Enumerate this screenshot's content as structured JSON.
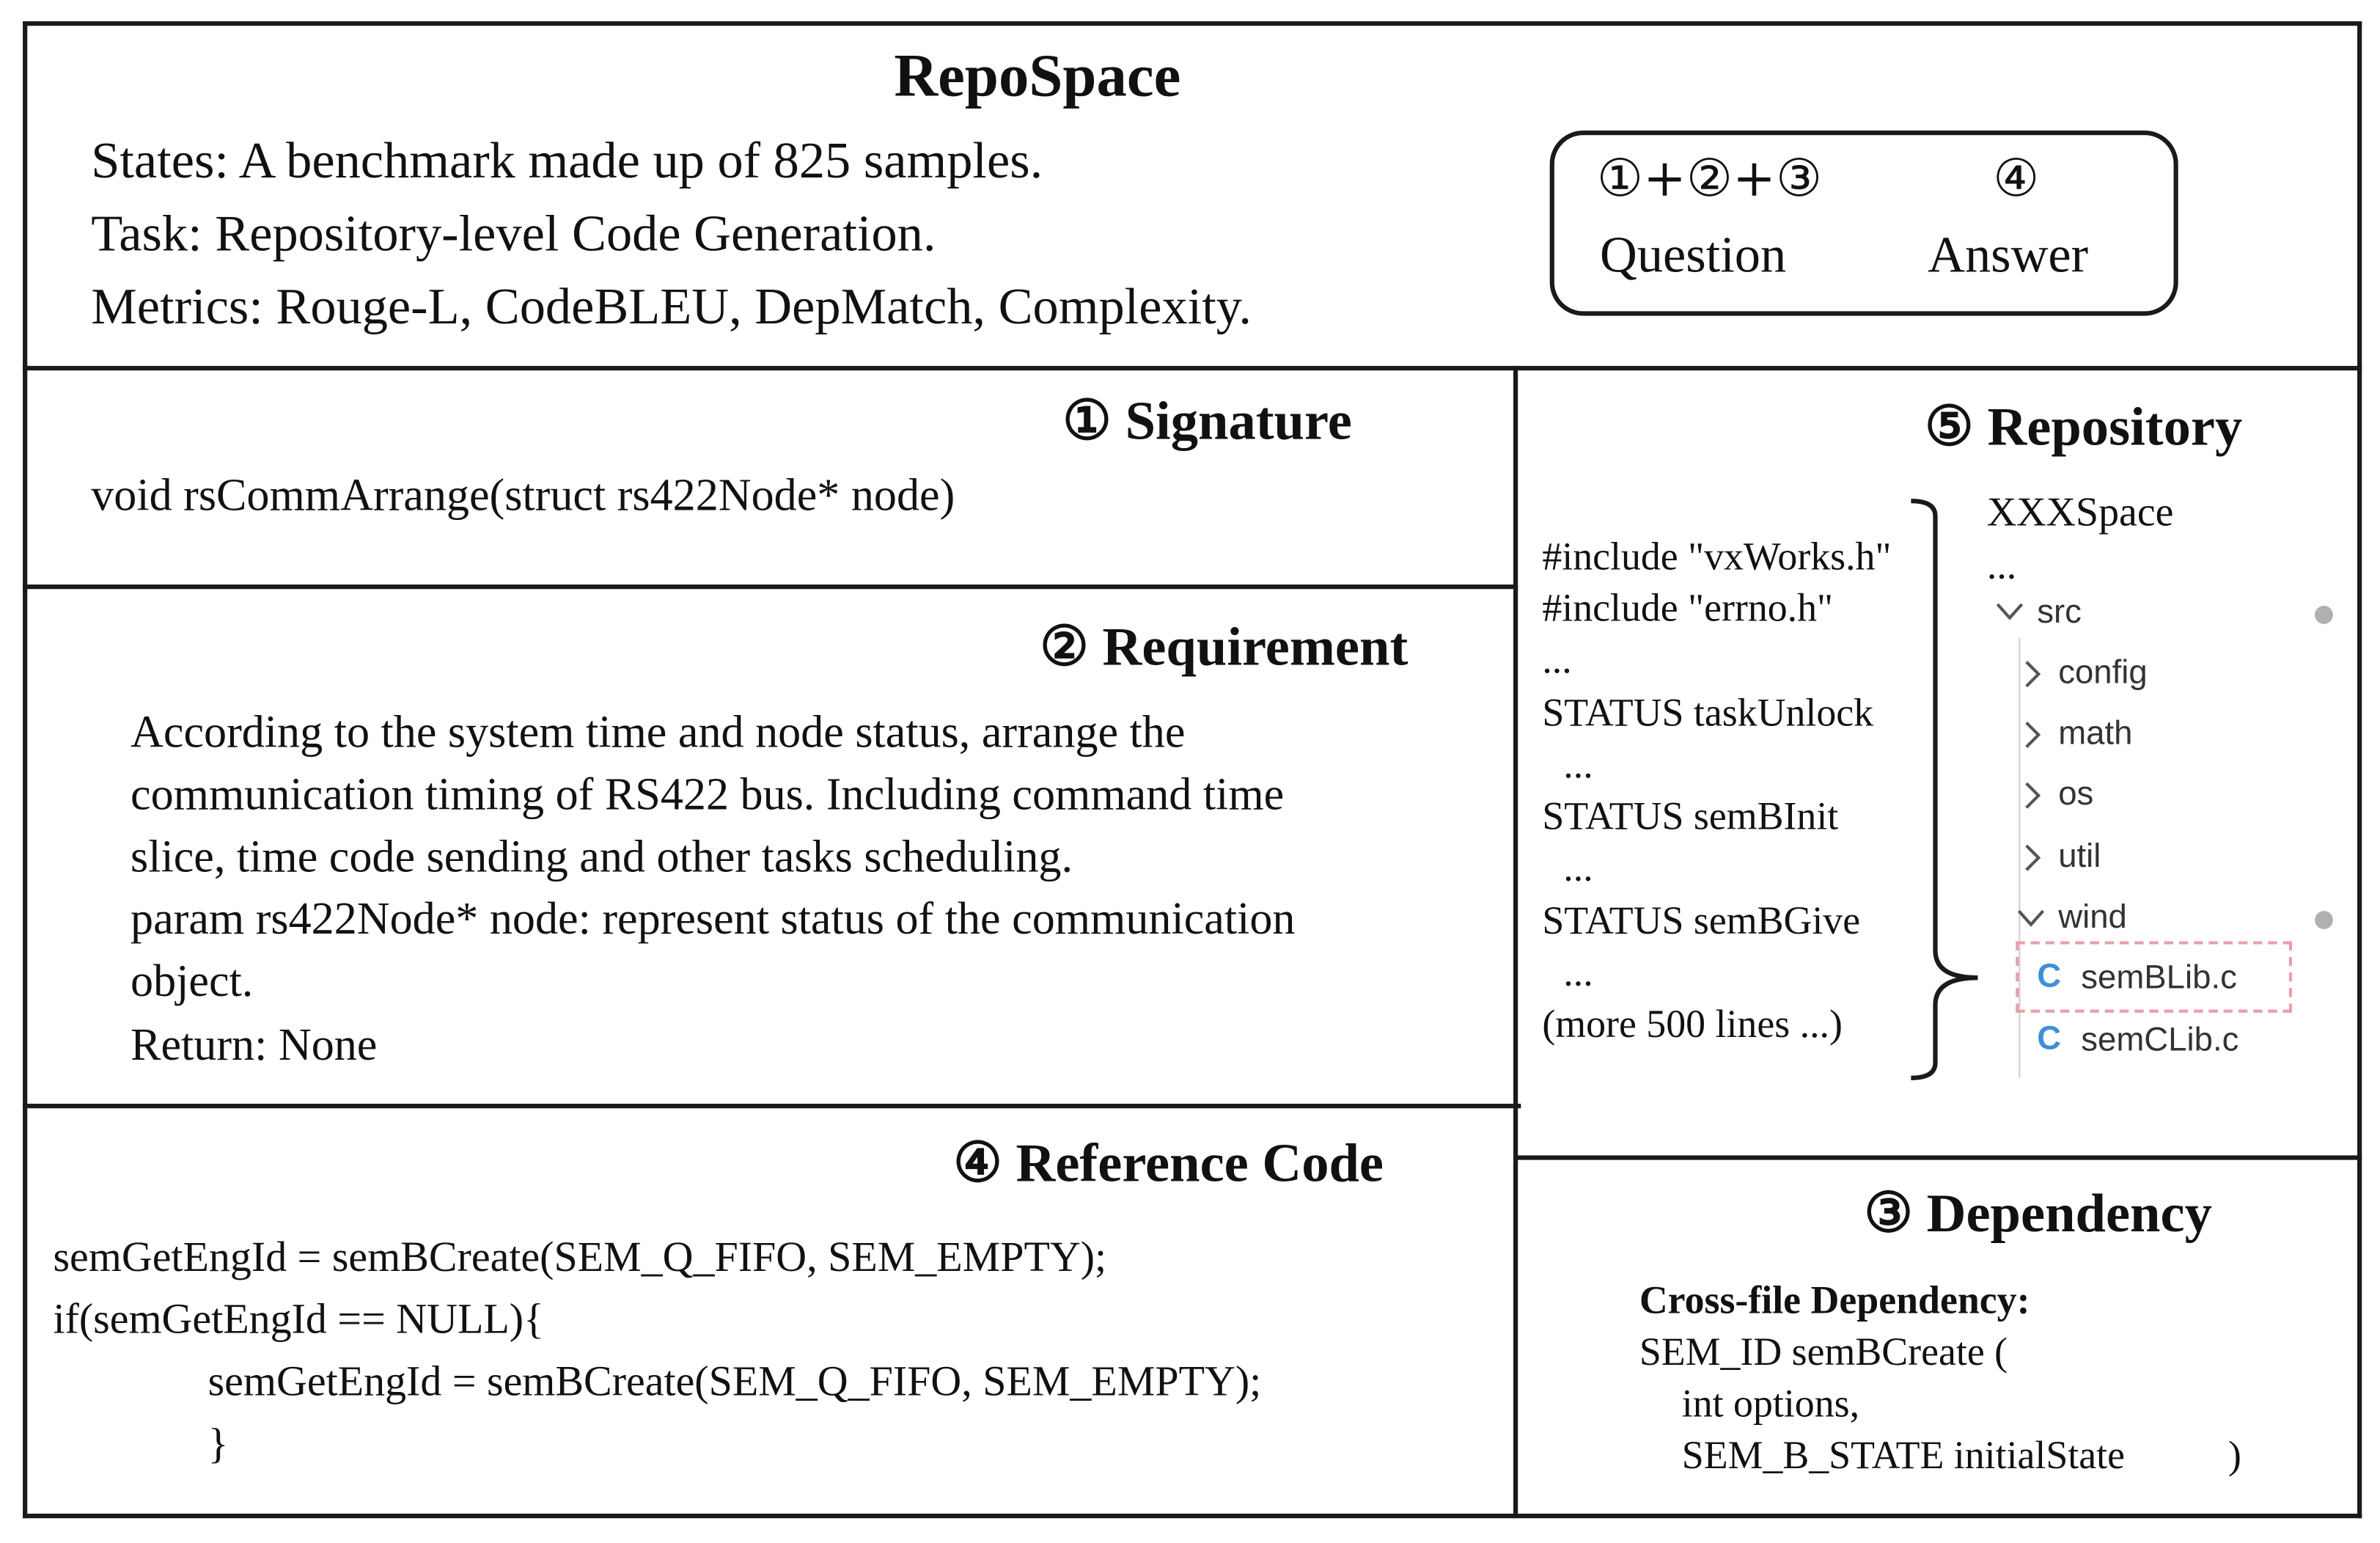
{
  "header": {
    "title": "RepoSpace",
    "lines": [
      "States: A benchmark made up of 825 samples.",
      "Task: Repository-level Code Generation.",
      "Metrics: Rouge-L, CodeBLEU, DepMatch, Complexity."
    ],
    "legend": {
      "question_symbols": "①+②+③",
      "question_label": "Question",
      "answer_symbol": "④",
      "answer_label": "Answer"
    }
  },
  "signature": {
    "title": "① Signature",
    "text": "void rsCommArrange(struct rs422Node* node)"
  },
  "requirement": {
    "title": "② Requirement",
    "lines": [
      "According to the system time and node status, arrange the",
      "communication timing of RS422 bus. Including command time",
      "slice,  time code sending and other tasks scheduling.",
      "param rs422Node* node: represent status of the communication",
      "object.",
      "Return: None"
    ]
  },
  "reference": {
    "title": "④ Reference Code",
    "lines": [
      "semGetEngId = semBCreate(SEM_Q_FIFO, SEM_EMPTY);",
      "if(semGetEngId == NULL){",
      "semGetEngId = semBCreate(SEM_Q_FIFO, SEM_EMPTY);",
      "}"
    ]
  },
  "repository": {
    "title": "⑤ Repository",
    "code_lines": [
      "#include \"vxWorks.h\"",
      "#include \"errno.h\"",
      "...",
      "STATUS taskUnlock",
      "...",
      "STATUS semBInit",
      "...",
      "STATUS semBGive",
      "...",
      "(more 500 lines ...)"
    ],
    "tree": {
      "root": "XXXSpace",
      "ellipsis": "...",
      "src": "src",
      "folders": [
        "config",
        "math",
        "os",
        "util"
      ],
      "wind": "wind",
      "files": [
        "semBLib.c",
        "semCLib.c"
      ],
      "file_icon": "C"
    }
  },
  "dependency": {
    "title": "③ Dependency",
    "heading": "Cross-file Dependency:",
    "lines": [
      "SEM_ID semBCreate (",
      "int  options,",
      "SEM_B_STATE initialState",
      ")"
    ]
  },
  "colors": {
    "border": "#1a1a1a",
    "file_icon": "#3f8fd8",
    "highlight_dash": "#e8a0a8",
    "tree_dot": "#b0b0b0"
  }
}
